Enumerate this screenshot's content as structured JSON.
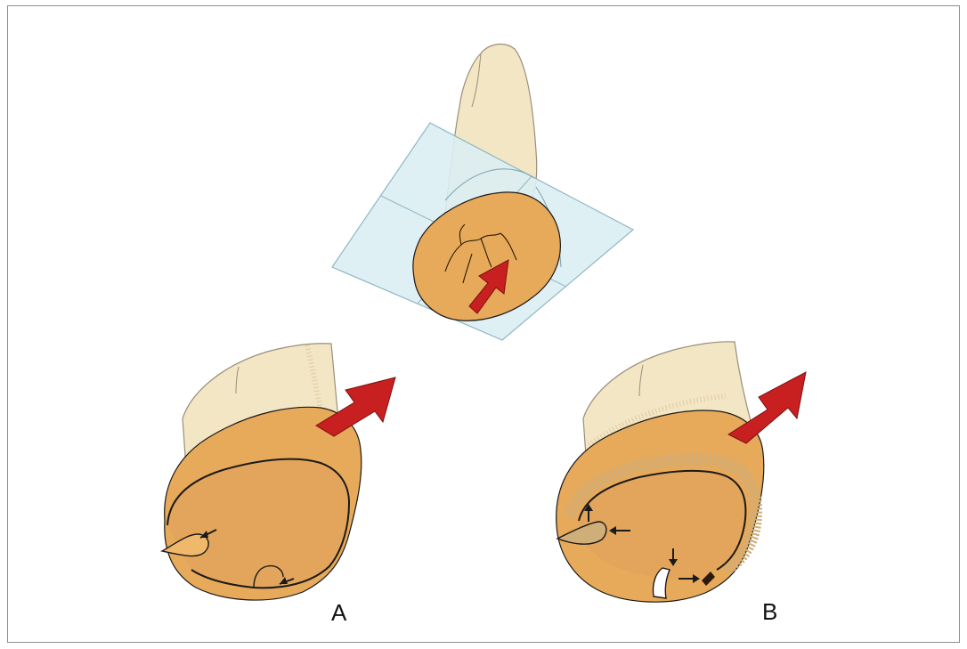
{
  "figure": {
    "panels": [
      {
        "id": "top",
        "label": ""
      },
      {
        "id": "a",
        "label": "A"
      },
      {
        "id": "b",
        "label": "B"
      }
    ]
  },
  "colors": {
    "frame_border": "#8e8e8e",
    "tooth_root": "#f3e6c4",
    "tooth_root_outline": "#9a8f7a",
    "cut_surface": "#e7a95a",
    "cut_surface_dark": "#d9974a",
    "inner_surface": "#e2a25a",
    "section_plane": "#dbeef3",
    "section_plane_outline": "#8fb6c4",
    "direction_arrow": "#c82020",
    "outline": "#1a1a1a"
  },
  "icons": [
    "red-direction-arrow",
    "small-black-arrow"
  ]
}
